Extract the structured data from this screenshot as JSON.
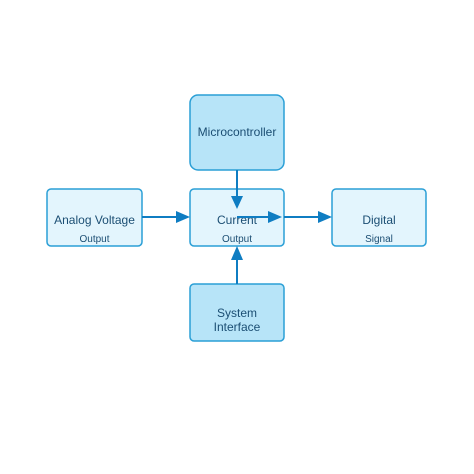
{
  "nodes": {
    "microcontroller": {
      "label": "Microcontroller",
      "sublabel": ""
    },
    "analog": {
      "label": "Analog Voltage",
      "sublabel": "Output"
    },
    "current": {
      "label": "Current",
      "sublabel": "Output"
    },
    "digital": {
      "label": "Digital",
      "sublabel": "Signal"
    },
    "system": {
      "label": "System",
      "label2": "Interface"
    }
  },
  "edges": [
    {
      "from": "microcontroller",
      "to": "current"
    },
    {
      "from": "analog",
      "to": "current"
    },
    {
      "from": "current",
      "to": "digital"
    },
    {
      "from": "system",
      "to": "current"
    }
  ],
  "colors": {
    "node_fill_dark": "#b7e4f8",
    "node_fill_light": "#e3f5fd",
    "node_stroke": "#2a9fd6",
    "edge": "#0f7dc2",
    "text": "#1b4e73"
  }
}
